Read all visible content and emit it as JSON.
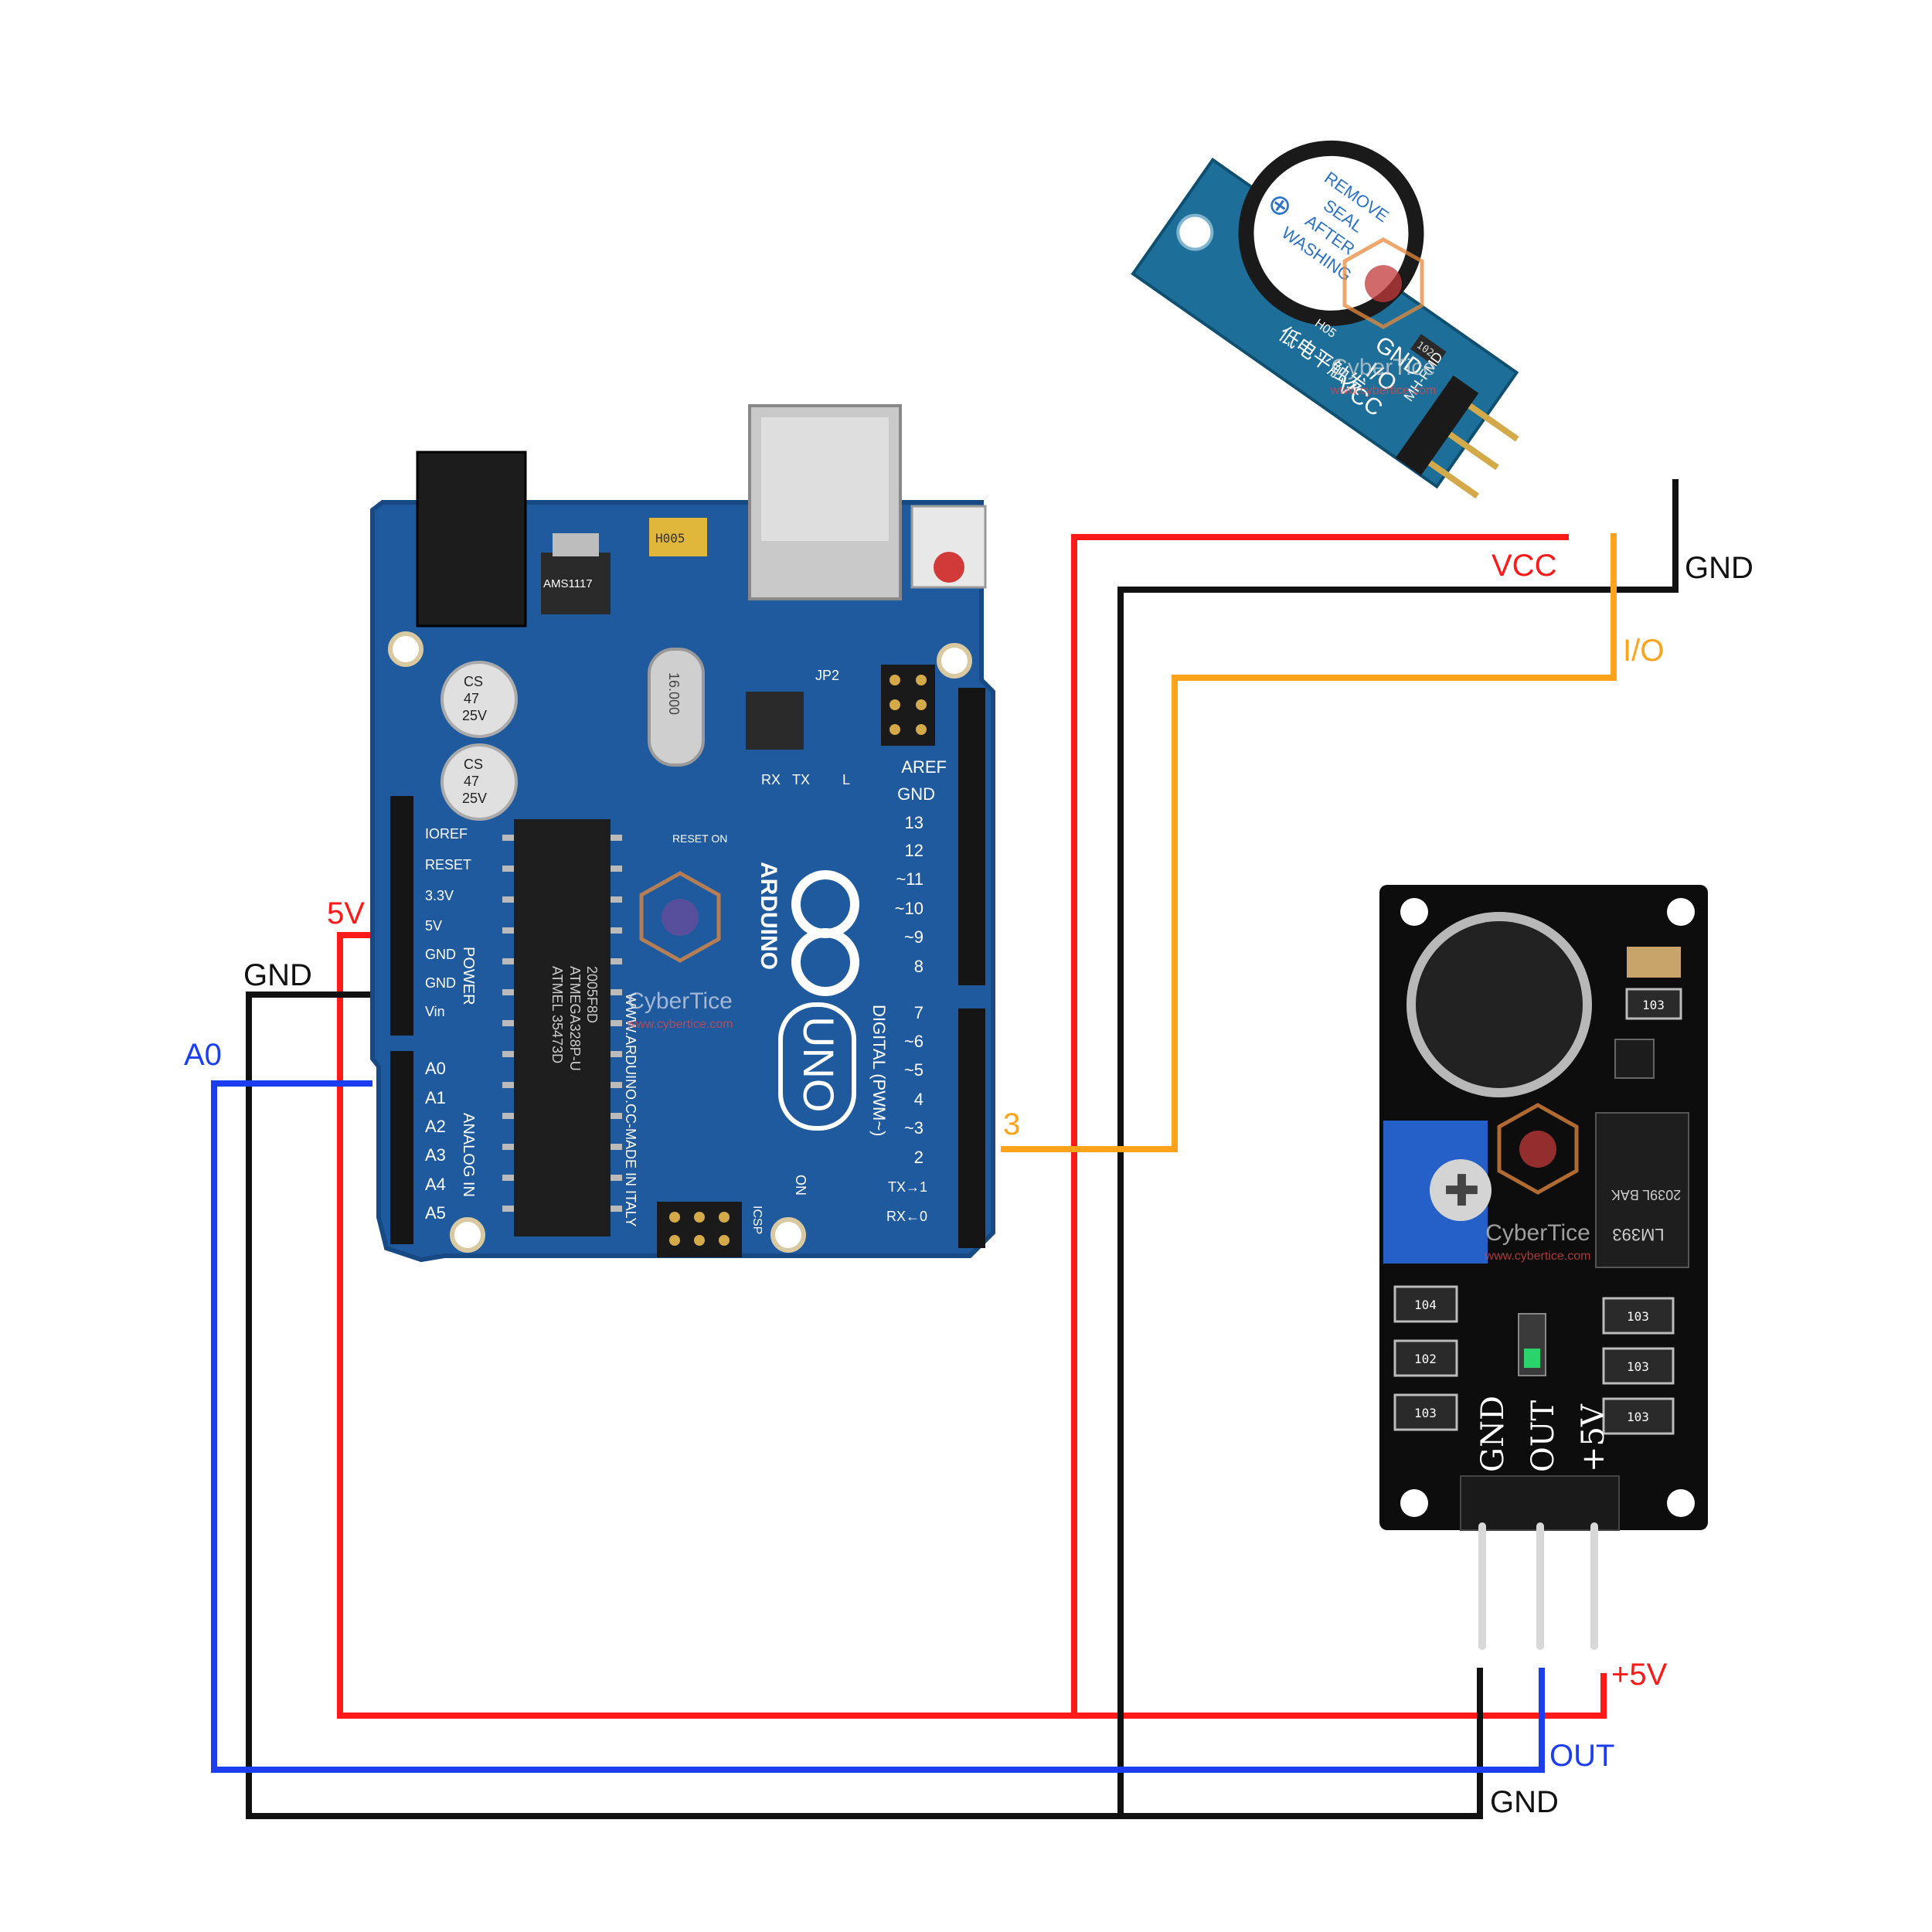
{
  "colors": {
    "red": "#ff1a1a",
    "black": "#111111",
    "blue": "#1a3ef0",
    "orange": "#ffa31a",
    "arduino_board": "#1f5a9e",
    "buzzer_board": "#1d6f9a",
    "sound_board": "#0d0d0d"
  },
  "wire_labels": {
    "uno_5v": "5V",
    "uno_gnd": "GND",
    "uno_a0": "A0",
    "uno_d3": "3",
    "buzzer_vcc": "VCC",
    "buzzer_io": "I/O",
    "buzzer_gnd": "GND",
    "sound_5v": "+5V",
    "sound_out": "OUT",
    "sound_gnd": "GND"
  },
  "arduino": {
    "power_pins": [
      "IOREF",
      "RESET",
      "3.3V",
      "5V",
      "GND",
      "GND",
      "Vin"
    ],
    "power_header": "POWER",
    "analog_pins": [
      "A0",
      "A1",
      "A2",
      "A3",
      "A4",
      "A5"
    ],
    "analog_header": "ANALOG IN",
    "digital_pins_top": [
      "AREF",
      "GND",
      "13",
      "12",
      "~11",
      "~10",
      "~9",
      "8"
    ],
    "digital_pins_bottom": [
      "7",
      "~6",
      "~5",
      "4",
      "~3",
      "2",
      "TX→1",
      "RX←0"
    ],
    "digital_header": "DIGITAL (PWM~)",
    "logo_text": "ARDUINO",
    "model": "UNO",
    "url": "WWW.ARDUINO.CC-MADE IN ITALY",
    "chip_label": "ATMEGA328P-U",
    "chip_brand": "ATMEL 35473D",
    "chip_code": "2005F8D",
    "crystal": "16.000",
    "cap_labels": [
      "CS",
      "47",
      "25V"
    ],
    "jp2": "JP2",
    "icsp": "ICSP",
    "on": "ON",
    "rx": "RX",
    "tx": "TX",
    "l": "L",
    "reset_on": "RESET ON",
    "regulator": "AMS1117",
    "fuse": "H005"
  },
  "buzzer": {
    "sticker_lines": [
      "REMOVE",
      "SEAL",
      "AFTER",
      "WASHING"
    ],
    "pins": [
      "GND",
      "I/O",
      "VCC"
    ],
    "model": "MH-FMD",
    "chinese": "低电平触发",
    "resistor": "102",
    "part": "H05"
  },
  "sound": {
    "pins": [
      "GND",
      "OUT",
      "+5V"
    ],
    "comparator": "LM393",
    "comparator_code": "2039L BAK",
    "resistors_left": [
      "104",
      "102",
      "103"
    ],
    "resistors_right": [
      "103",
      "103",
      "103"
    ],
    "resistor_top": "103"
  },
  "watermark": {
    "brand": "CyberTice",
    "url": "www.cybertice.com"
  }
}
